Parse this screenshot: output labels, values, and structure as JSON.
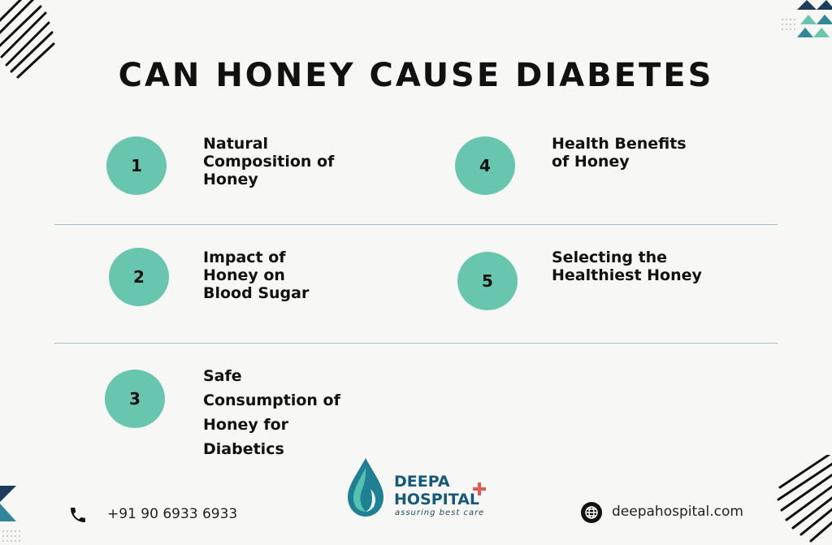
{
  "title": "CAN HONEY CAUSE DIABETES",
  "items": [
    {
      "number": "1",
      "lines": [
        "Natural",
        "Composition of",
        "Honey"
      ]
    },
    {
      "number": "2",
      "lines": [
        "Impact of",
        "Honey on",
        "Blood Sugar"
      ]
    },
    {
      "number": "3",
      "lines": [
        "Safe",
        "Consumption of",
        "Honey for",
        "Diabetics"
      ]
    },
    {
      "number": "4",
      "lines": [
        "Health Benefits",
        "of Honey"
      ]
    },
    {
      "number": "5",
      "lines": [
        "Selecting the",
        "Healthiest Honey"
      ]
    }
  ],
  "footer": {
    "phone": "+91 90 6933 6933",
    "website": "deepahospital.com",
    "logo_line1": "DEEPA",
    "logo_line2": "HOSPITAL",
    "logo_tagline": "assuring best care",
    "phone_icon": "phone-icon",
    "web_icon": "globe-icon"
  },
  "colors": {
    "accent": "#67c6ad",
    "divider": "#9fc1d0",
    "logo_text": "#155a7a",
    "logo_cross": "#e05a4f",
    "navy": "#1d3b5c"
  }
}
